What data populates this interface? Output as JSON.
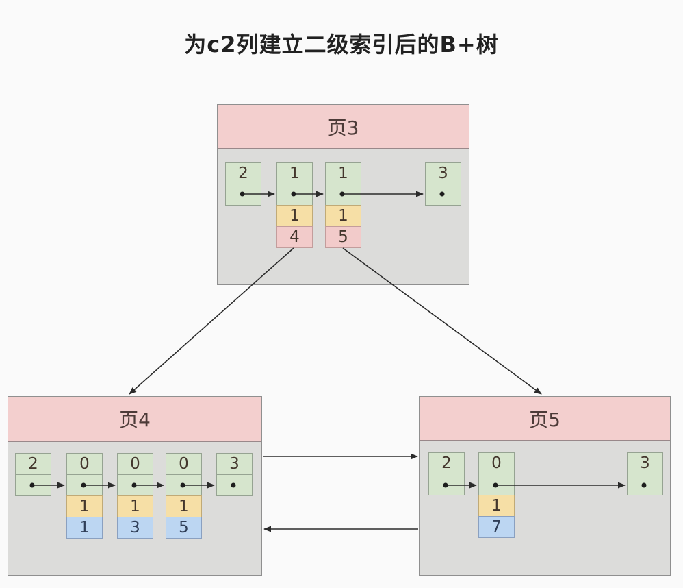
{
  "title": "为c2列建立二级索引后的B+树",
  "colors": {
    "page_header": "#f3cfce",
    "page_body": "#dcdcda",
    "record_type_cell": "#d6e5cd",
    "index_key_cell": "#f6dfa6",
    "child_page_cell": "#f2cbca",
    "primary_key_cell": "#bcd6f2",
    "arrow": "#2b2b2b"
  },
  "pages": {
    "page3": {
      "label": "页3",
      "records": [
        {
          "type": "2"
        },
        {
          "type": "1",
          "key": "1",
          "page_no": "4"
        },
        {
          "type": "1",
          "key": "1",
          "page_no": "5"
        },
        {
          "type": "3"
        }
      ]
    },
    "page4": {
      "label": "页4",
      "records": [
        {
          "type": "2"
        },
        {
          "type": "0",
          "key": "1",
          "pk": "1"
        },
        {
          "type": "0",
          "key": "1",
          "pk": "3"
        },
        {
          "type": "0",
          "key": "1",
          "pk": "5"
        },
        {
          "type": "3"
        }
      ]
    },
    "page5": {
      "label": "页5",
      "records": [
        {
          "type": "2"
        },
        {
          "type": "0",
          "key": "1",
          "pk": "7"
        },
        {
          "type": "3"
        }
      ]
    }
  }
}
